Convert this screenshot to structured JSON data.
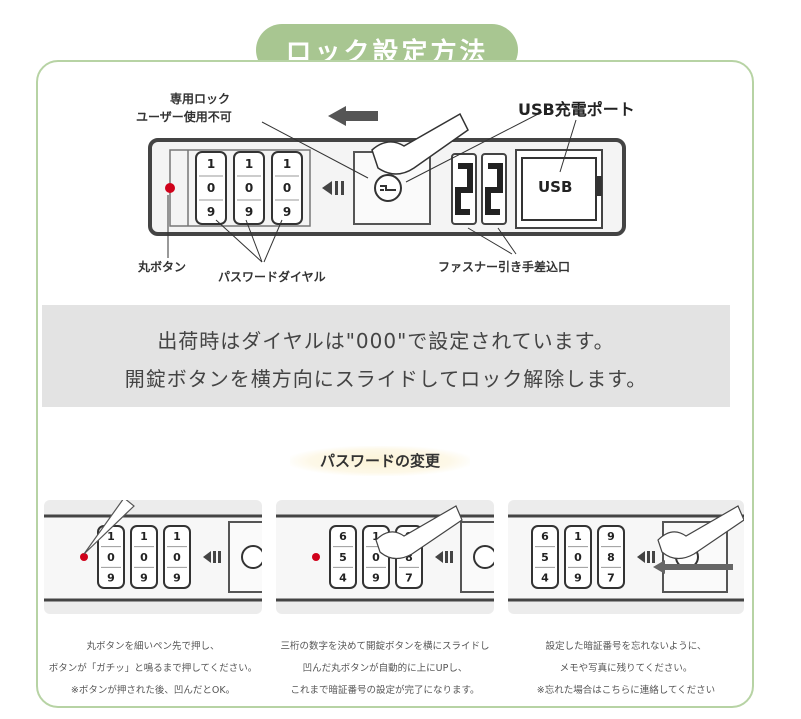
{
  "title": "ロック設定方法",
  "diagram": {
    "label_private_lock": [
      "専用ロック",
      "ユーザー使用不可"
    ],
    "label_usb_port": "USB充電ポート",
    "usb_text": "USB",
    "label_round_button": "丸ボタン",
    "label_password_dial": "パスワードダイヤル",
    "label_zipper_slot": "ファスナー引き手差込口",
    "dial_digits": [
      [
        "1",
        "0",
        "9"
      ],
      [
        "1",
        "0",
        "9"
      ],
      [
        "1",
        "0",
        "9"
      ]
    ]
  },
  "notice": {
    "line1": "出荷時はダイヤルは\"000\"で設定されています。",
    "line2": "開錠ボタンを横方向にスライドしてロック解除します。"
  },
  "change_password_title": "パスワードの変更",
  "steps": [
    {
      "digits": [
        [
          "1",
          "0",
          "9"
        ],
        [
          "1",
          "0",
          "9"
        ],
        [
          "1",
          "0",
          "9"
        ]
      ],
      "caption": [
        "丸ボタンを細いペン先で押し、",
        "ボタンが「ガチッ」と鳴るまで押してください。",
        "※ボタンが押された後、凹んだとOK。"
      ]
    },
    {
      "digits": [
        [
          "6",
          "5",
          "4"
        ],
        [
          "1",
          "0",
          "9"
        ],
        [
          "9",
          "8",
          "7"
        ]
      ],
      "caption": [
        "三桁の数字を決めて開錠ボタンを横にスライドし",
        "凹んだ丸ボタンが自動的に上にUPし、",
        "これまで暗証番号の設定が完了になります。"
      ]
    },
    {
      "digits": [
        [
          "6",
          "5",
          "4"
        ],
        [
          "1",
          "0",
          "9"
        ],
        [
          "9",
          "8",
          "7"
        ]
      ],
      "caption": [
        "設定した暗証番号を忘れないように、",
        "メモや写真に残りてください。",
        "※忘れた場合はこちらに連絡してください"
      ]
    }
  ],
  "colors": {
    "accent_green": "#a8c691",
    "frame_green": "#b7d3a4",
    "red_button": "#d0021b"
  }
}
